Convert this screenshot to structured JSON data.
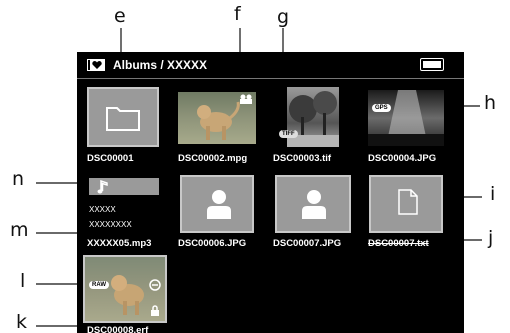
{
  "callouts": {
    "e": "e",
    "f": "f",
    "g": "g",
    "h": "h",
    "i": "i",
    "j": "j",
    "k": "k",
    "l": "l",
    "m": "m",
    "n": "n"
  },
  "screen": {
    "title": "Albums / XXXXX",
    "items": [
      {
        "caption": "DSC00001",
        "icon": "folder-icon"
      },
      {
        "caption": "DSC00002.mpg",
        "badge_icon": "movie-icon"
      },
      {
        "caption": "DSC00003.tif",
        "badge": "TIFF"
      },
      {
        "caption": "DSC00004.JPG",
        "badge": "GPS"
      },
      {
        "caption": "XXXXX05.mp3",
        "icon": "music-note-icon",
        "lines": [
          "XXXXX",
          "XXXXXXXX"
        ]
      },
      {
        "caption": "DSC00006.JPG",
        "icon": "person-icon"
      },
      {
        "caption": "DSC00007.JPG",
        "icon": "person-icon"
      },
      {
        "caption": "DSC00007.txt",
        "icon": "document-icon"
      },
      {
        "caption": "DSC00008.erf",
        "badge": "RAW"
      }
    ]
  },
  "colors": {
    "screen_bg": "#000000",
    "tile_grey": "#9a9a9a",
    "text": "#ffffff"
  }
}
